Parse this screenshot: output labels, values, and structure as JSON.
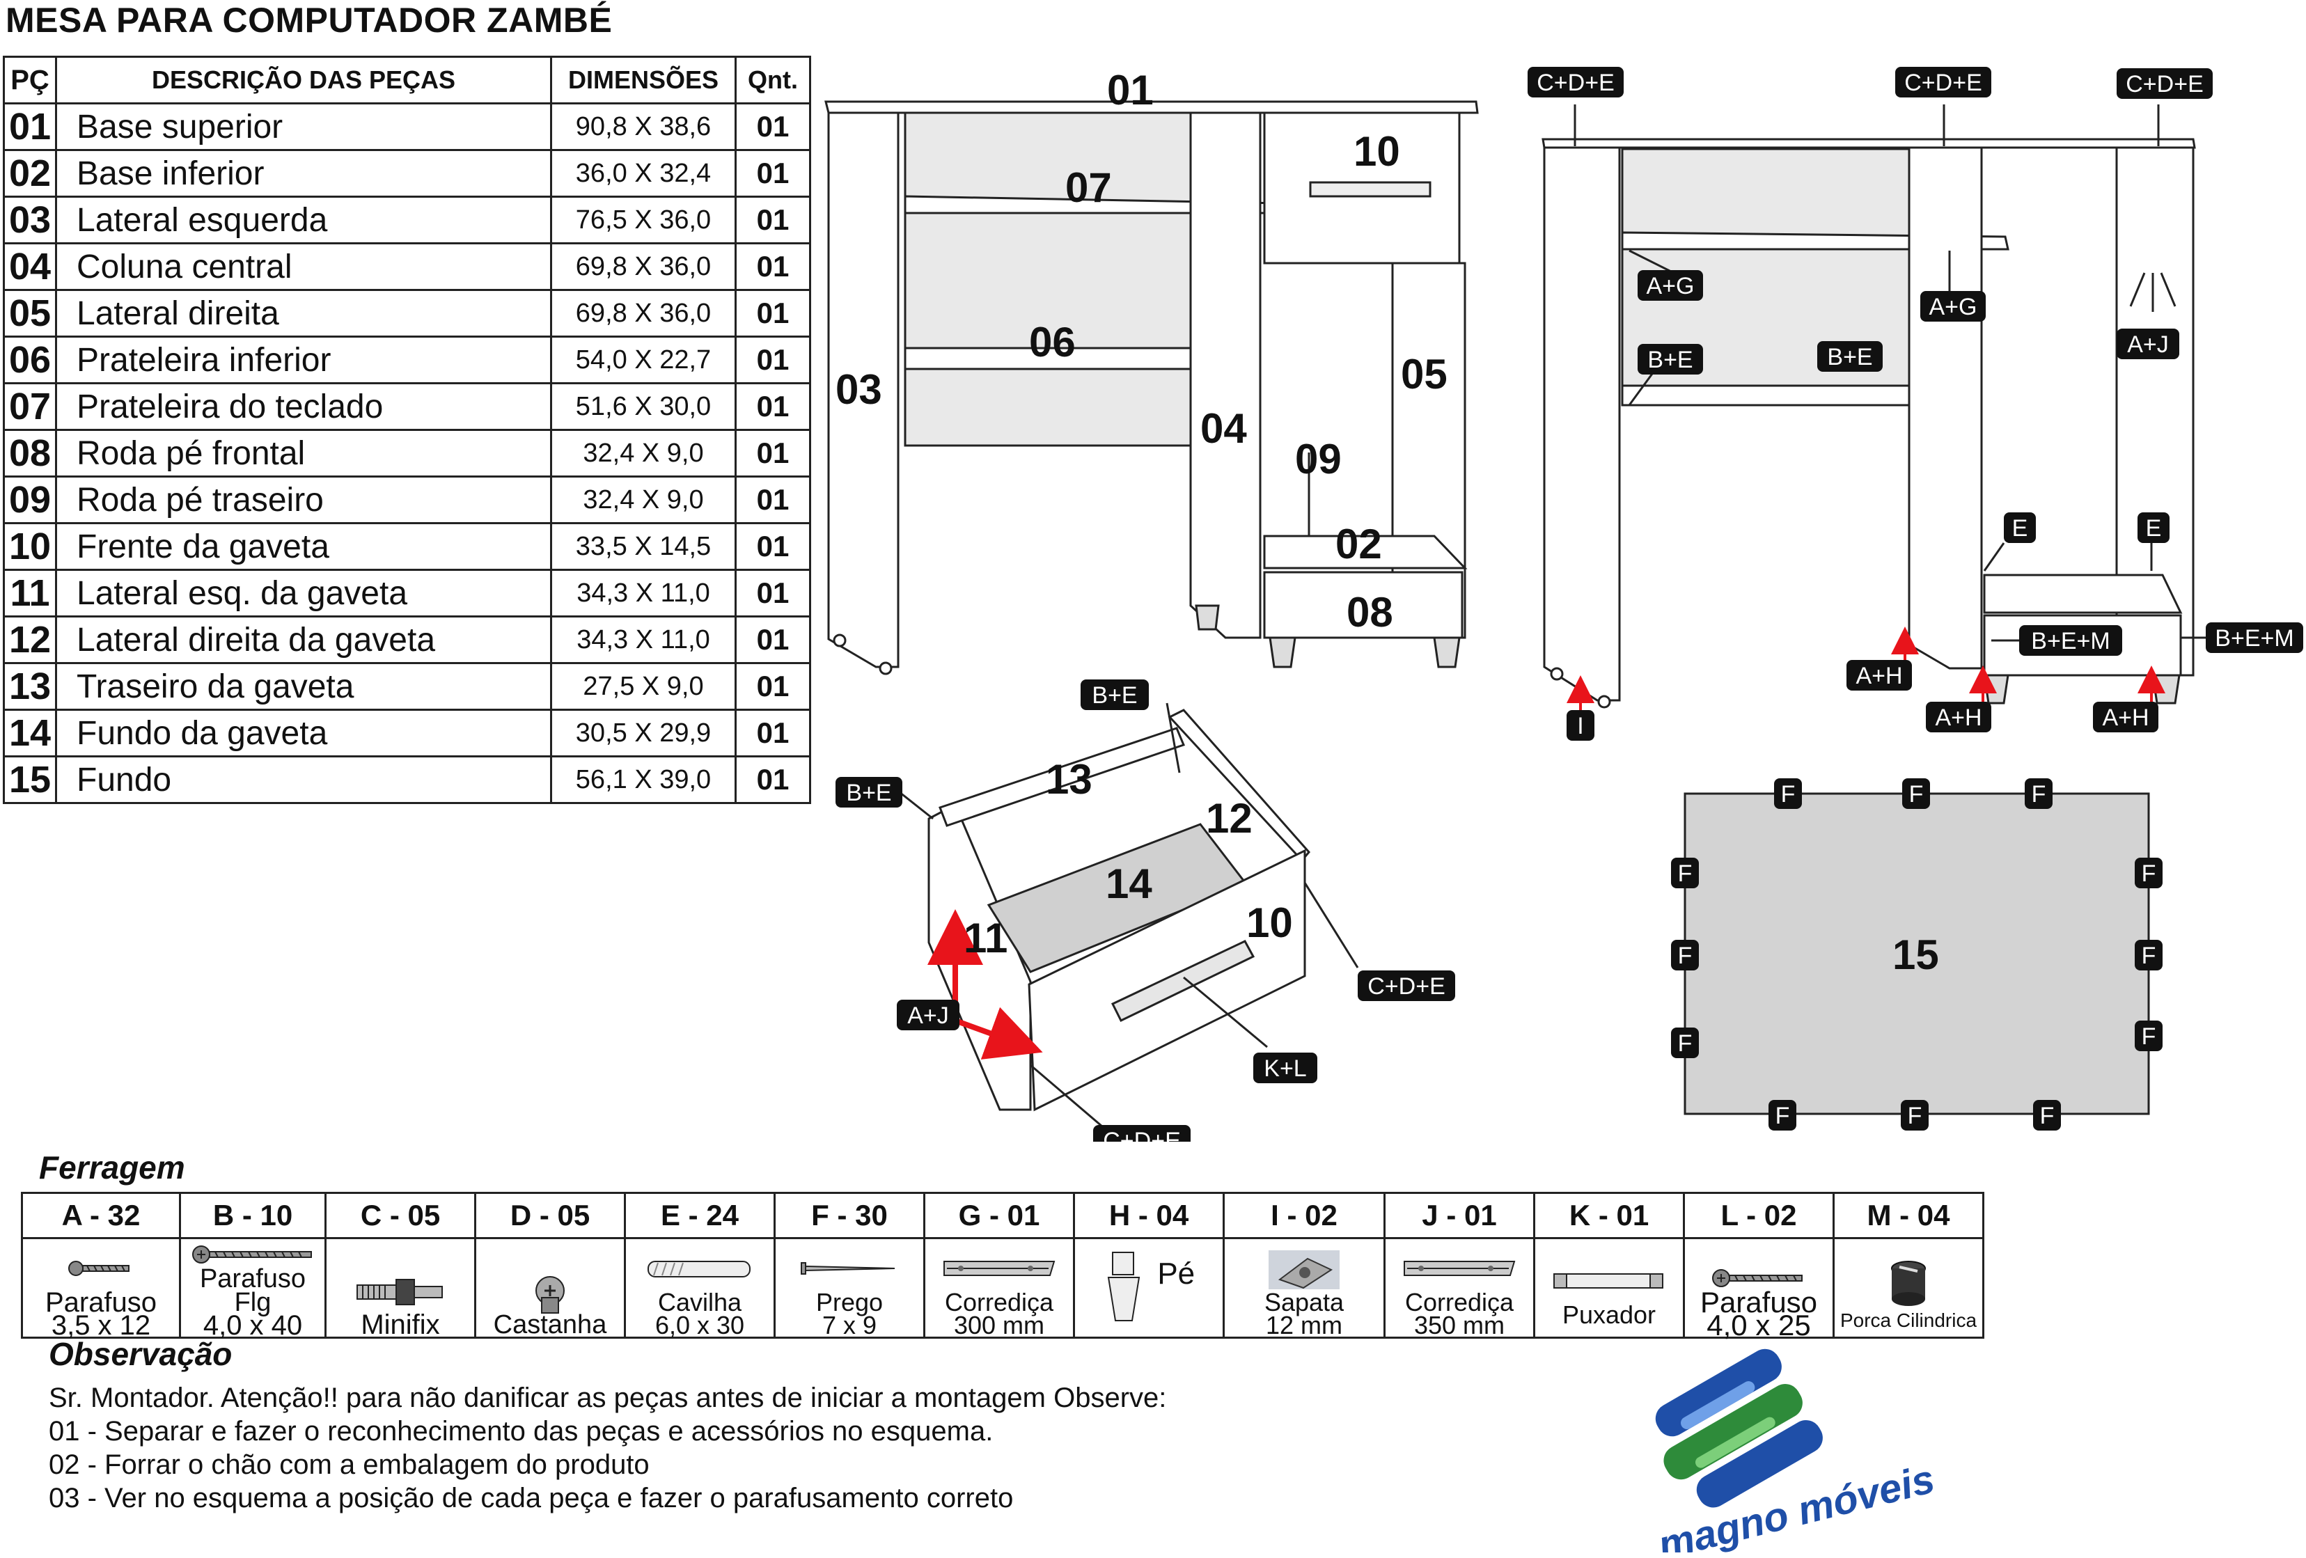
{
  "title": "MESA PARA COMPUTADOR ZAMBÉ",
  "parts_table": {
    "headers": {
      "pc": "PÇ",
      "description": "DESCRIÇÃO DAS PEÇAS",
      "dimensions": "DIMENSÕES",
      "qty": "Qnt."
    },
    "rows": [
      {
        "pc": "01",
        "description": "Base superior",
        "dimensions": "90,8 X 38,6",
        "qty": "01"
      },
      {
        "pc": "02",
        "description": "Base inferior",
        "dimensions": "36,0 X 32,4",
        "qty": "01"
      },
      {
        "pc": "03",
        "description": "Lateral esquerda",
        "dimensions": "76,5 X 36,0",
        "qty": "01"
      },
      {
        "pc": "04",
        "description": "Coluna central",
        "dimensions": "69,8 X 36,0",
        "qty": "01"
      },
      {
        "pc": "05",
        "description": "Lateral direita",
        "dimensions": "69,8 X 36,0",
        "qty": "01"
      },
      {
        "pc": "06",
        "description": "Prateleira inferior",
        "dimensions": "54,0 X 22,7",
        "qty": "01"
      },
      {
        "pc": "07",
        "description": "Prateleira do teclado",
        "dimensions": "51,6 X 30,0",
        "qty": "01"
      },
      {
        "pc": "08",
        "description": "Roda pé frontal",
        "dimensions": "32,4 X 9,0",
        "qty": "01"
      },
      {
        "pc": "09",
        "description": "Roda pé traseiro",
        "dimensions": "32,4 X 9,0",
        "qty": "01"
      },
      {
        "pc": "10",
        "description": "Frente da gaveta",
        "dimensions": "33,5 X 14,5",
        "qty": "01"
      },
      {
        "pc": "11",
        "description": "Lateral esq. da gaveta",
        "dimensions": "34,3 X 11,0",
        "qty": "01"
      },
      {
        "pc": "12",
        "description": "Lateral direita da gaveta",
        "dimensions": "34,3 X 11,0",
        "qty": "01"
      },
      {
        "pc": "13",
        "description": "Traseiro da gaveta",
        "dimensions": "27,5 X 9,0",
        "qty": "01"
      },
      {
        "pc": "14",
        "description": "Fundo da gaveta",
        "dimensions": "30,5 X 29,9",
        "qty": "01"
      },
      {
        "pc": "15",
        "description": "Fundo",
        "dimensions": "56,1 X 39,0",
        "qty": "01"
      }
    ]
  },
  "diagram_front": {
    "part_labels": [
      "01",
      "07",
      "10",
      "06",
      "03",
      "05",
      "04",
      "09",
      "02",
      "08"
    ]
  },
  "diagram_back": {
    "tags": [
      "C+D+E",
      "C+D+E",
      "C+D+E",
      "A+G",
      "A+G",
      "A+J",
      "B+E",
      "B+E",
      "E",
      "E",
      "B+E+M",
      "B+E+M",
      "A+H",
      "A+H",
      "A+H",
      "I"
    ]
  },
  "diagram_drawer": {
    "part_labels": [
      "13",
      "12",
      "14",
      "11",
      "10"
    ],
    "tags": [
      "B+E",
      "B+E",
      "C+D+E",
      "A+J",
      "K+L",
      "C+D+E"
    ]
  },
  "diagram_back_panel": {
    "part_label": "15",
    "tag": "F"
  },
  "ferragem": {
    "title": "Ferragem",
    "items": [
      {
        "code": "A - 32",
        "name": "Parafuso",
        "size": "3,5 x 12",
        "icon": "screw-icon"
      },
      {
        "code": "B - 10",
        "name": "Parafuso Flg",
        "size": "4,0 x 40",
        "icon": "long-screw-icon"
      },
      {
        "code": "C - 05",
        "name": "Minifix",
        "size": "",
        "icon": "minifix-icon"
      },
      {
        "code": "D - 05",
        "name": "Castanha",
        "size": "",
        "icon": "cam-nut-icon"
      },
      {
        "code": "E - 24",
        "name": "Cavilha",
        "size": "6,0 x 30",
        "icon": "dowel-icon"
      },
      {
        "code": "F - 30",
        "name": "Prego",
        "size": "7 x 9",
        "icon": "nail-icon"
      },
      {
        "code": "G - 01",
        "name": "Corrediça",
        "size": "300 mm",
        "icon": "drawer-slide-icon"
      },
      {
        "code": "H - 04",
        "name": "Pé",
        "size": "",
        "icon": "foot-icon"
      },
      {
        "code": "I - 02",
        "name": "Sapata",
        "size": "12 mm",
        "icon": "glide-icon"
      },
      {
        "code": "J - 01",
        "name": "Corrediça",
        "size": "350 mm",
        "icon": "drawer-slide-icon"
      },
      {
        "code": "K - 01",
        "name": "Puxador",
        "size": "",
        "icon": "handle-icon"
      },
      {
        "code": "L - 02",
        "name": "Parafuso",
        "size": "4,0 x 25",
        "icon": "screw-icon"
      },
      {
        "code": "M - 04",
        "name": "Porca Cilindrica",
        "size": "",
        "icon": "cylinder-nut-icon"
      }
    ]
  },
  "observacao": {
    "title": "Observação",
    "lines": [
      "Sr. Montador. Atenção!! para não danificar as peças antes de iniciar a montagem Observe:",
      "01 - Separar e fazer o reconhecimento das peças e acessórios no esquema.",
      "02 - Forrar o chão com a embalagem do produto",
      "03 - Ver no esquema a posição de cada peça e fazer o parafusamento correto"
    ]
  },
  "logo": {
    "brand": "magno móveis",
    "colors": [
      "#1f4fa8",
      "#2e8b3a",
      "#ffffff"
    ]
  }
}
